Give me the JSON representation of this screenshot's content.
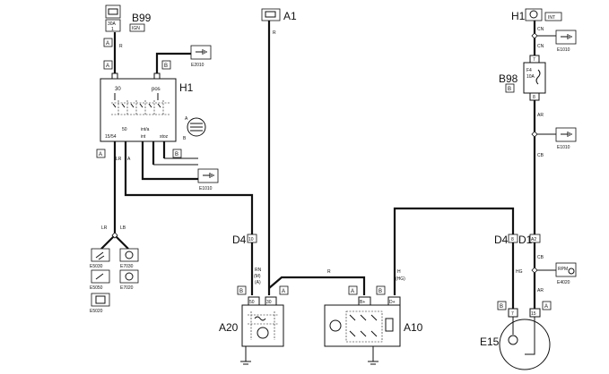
{
  "components": {
    "B99": {
      "label": "B99",
      "fuse_amp": "30A",
      "fuse_num": "1",
      "tag": "IGN"
    },
    "H1_top": {
      "label": "H1",
      "tag": "INT"
    },
    "A1": {
      "label": "A1"
    },
    "B98": {
      "label": "B98",
      "fuse_id": "F4",
      "fuse_amp": "10A"
    },
    "H1_main": {
      "label": "H1",
      "pin_30": "30",
      "pin_pos": "pos",
      "pin_15_54": "15/54",
      "pin_50": "50",
      "pin_int": "int",
      "pin_inta": "int/a",
      "pin_stoz": "stoz"
    },
    "A20": {
      "label": "A20"
    },
    "A10": {
      "label": "A10"
    },
    "E15": {
      "label": "E15"
    },
    "D4_a": {
      "label": "D4",
      "pin": "10"
    },
    "D4_b": {
      "label": "D4",
      "pin": "8"
    },
    "D1": {
      "label": "D1",
      "pin": "A2"
    }
  },
  "connectors": {
    "A": "A",
    "B": "B"
  },
  "refs": {
    "E2010": "E2010",
    "E1010": "E1010",
    "E5030": "E5030",
    "E7030": "E7030",
    "E5050": "E5050",
    "E7020": "E7020",
    "E5020": "E5020",
    "E4020": "E4020",
    "rpm": "RPM"
  },
  "wires": {
    "b99_out": "R",
    "a1_out": "R",
    "h1_cn_top": "CN",
    "h1_cn_bot": "CN",
    "b98_out": "AR",
    "b98_cb": "CB",
    "d1_cb": "CB",
    "d1_ar": "AR",
    "lr_main": "LR",
    "a_main": "A",
    "lr_left": "LR",
    "lb_right": "LB",
    "a20_rn": "RN",
    "a20_m": "(M)",
    "a20_a": "(A)",
    "a20_r": "R",
    "a10_h": "H",
    "a10_hg": "(HG)",
    "e15_hg": "HG"
  },
  "pins": {
    "b98_top": "7",
    "b98_bot": "8",
    "a20_50": "50",
    "a20_30": "30",
    "a10_bplus": "B+",
    "a10_dplus": "D+",
    "e15_7": "7",
    "e15_15": "15"
  }
}
